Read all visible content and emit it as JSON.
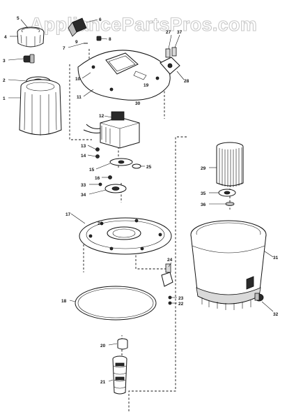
{
  "watermark": {
    "text": "AppliancePartsPros.com"
  },
  "callouts": [
    "1",
    "2",
    "3",
    "4",
    "5",
    "6",
    "7",
    "8",
    "9",
    "10",
    "11",
    "12",
    "13",
    "14",
    "15",
    "16",
    "17",
    "18",
    "19",
    "20",
    "21",
    "22",
    "23",
    "24",
    "25",
    "26",
    "27",
    "28",
    "29",
    "30",
    "31",
    "32",
    "33",
    "34",
    "35",
    "36",
    "37"
  ]
}
